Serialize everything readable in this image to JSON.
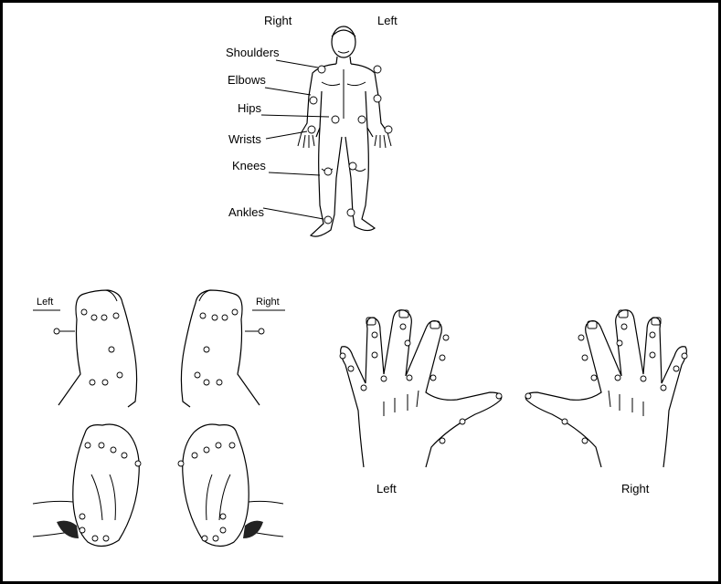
{
  "body_figure": {
    "side_right": "Right",
    "side_left": "Left",
    "joints": [
      "Shoulders",
      "Elbows",
      "Hips",
      "Wrists",
      "Knees",
      "Ankles"
    ]
  },
  "feet": {
    "left_label": "Left",
    "right_label": "Right"
  },
  "hands": {
    "left_label": "Left",
    "right_label": "Right"
  }
}
